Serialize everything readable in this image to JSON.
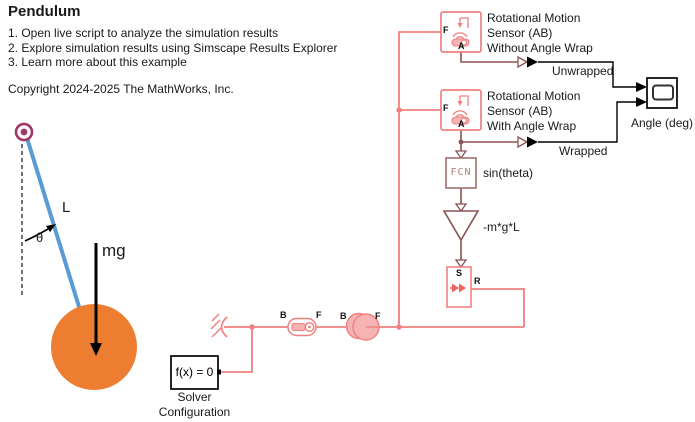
{
  "header": {
    "title": "Pendulum",
    "instructions": [
      "1. Open live script to analyze the simulation results",
      "2. Explore simulation results using Simscape Results Explorer",
      "3. Learn more about this example"
    ],
    "copyright": "Copyright 2024-2025 The MathWorks, Inc."
  },
  "pendulum_figure": {
    "length_label": "L",
    "angle_label": "θ",
    "gravity_label": "mg"
  },
  "blocks": {
    "sensor_without_wrap": {
      "name_lines": [
        "Rotational Motion",
        "Sensor (AB)",
        "Without Angle Wrap"
      ],
      "port_f": "F",
      "port_a": "A"
    },
    "sensor_with_wrap": {
      "name_lines": [
        "Rotational Motion",
        "Sensor (AB)",
        "With Angle Wrap"
      ],
      "port_f": "F",
      "port_a": "A"
    },
    "fcn": {
      "icon_text": "FCN",
      "name": "sin(theta)"
    },
    "gain": {
      "name": "-m*g*L"
    },
    "torque_source": {
      "port_s": "S",
      "port_r": "R"
    },
    "rod": {
      "port_b": "B",
      "port_f": "F"
    },
    "mass": {
      "port_b": "B",
      "port_f": "F"
    },
    "solver": {
      "icon_text": "f(x) = 0",
      "name_lines": [
        "Solver",
        "Configuration"
      ]
    },
    "scope": {
      "name": "Angle (deg)"
    }
  },
  "signal_labels": {
    "unwrapped": "Unwrapped",
    "wrapped": "Wrapped"
  },
  "colors": {
    "mechanical_line": "#F08080",
    "mechanical_fill": "#F6B3B3",
    "physical_signal_line": "#8A5252",
    "simulink_line": "#000000",
    "rod_blue": "#5B9BD5",
    "mass_orange": "#ED7D31",
    "pivot_magenta": "#A13568"
  }
}
